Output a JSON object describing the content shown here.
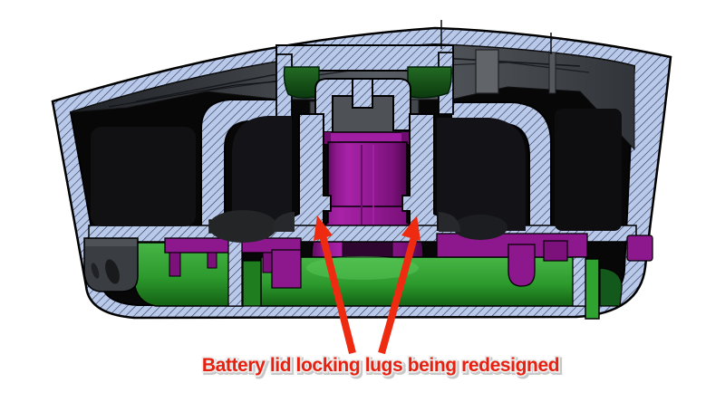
{
  "annotation": {
    "label": "Battery lid locking lugs being redesigned",
    "text_color": "#e8200f",
    "halo_color": "#ededed",
    "shadow_color": "#c8c8c8",
    "arrow_color": "#ee2b10",
    "arrow_count": 2
  },
  "colors": {
    "background": "#ffffff",
    "section_hatch_fill": "#b9c9ea",
    "hatch_line": "#232947",
    "outline": "#000000",
    "cavity_black": "#070707",
    "chassis_gray": "#4e5257",
    "battery_lid_purple": "#8d188d",
    "base_green": "#2fa32f",
    "gasket_green": "#1b5e20"
  },
  "parts": [
    {
      "name": "outer-housing-section",
      "color": "#b9c9ea"
    },
    {
      "name": "battery-lid",
      "color": "#8d188d"
    },
    {
      "name": "battery-tube-walls",
      "color": "#b9c9ea"
    },
    {
      "name": "sealing-gasket",
      "color": "#1b5e20"
    },
    {
      "name": "base-moulding",
      "color": "#2fa32f"
    },
    {
      "name": "internal-chassis",
      "color": "#4e5257"
    }
  ]
}
